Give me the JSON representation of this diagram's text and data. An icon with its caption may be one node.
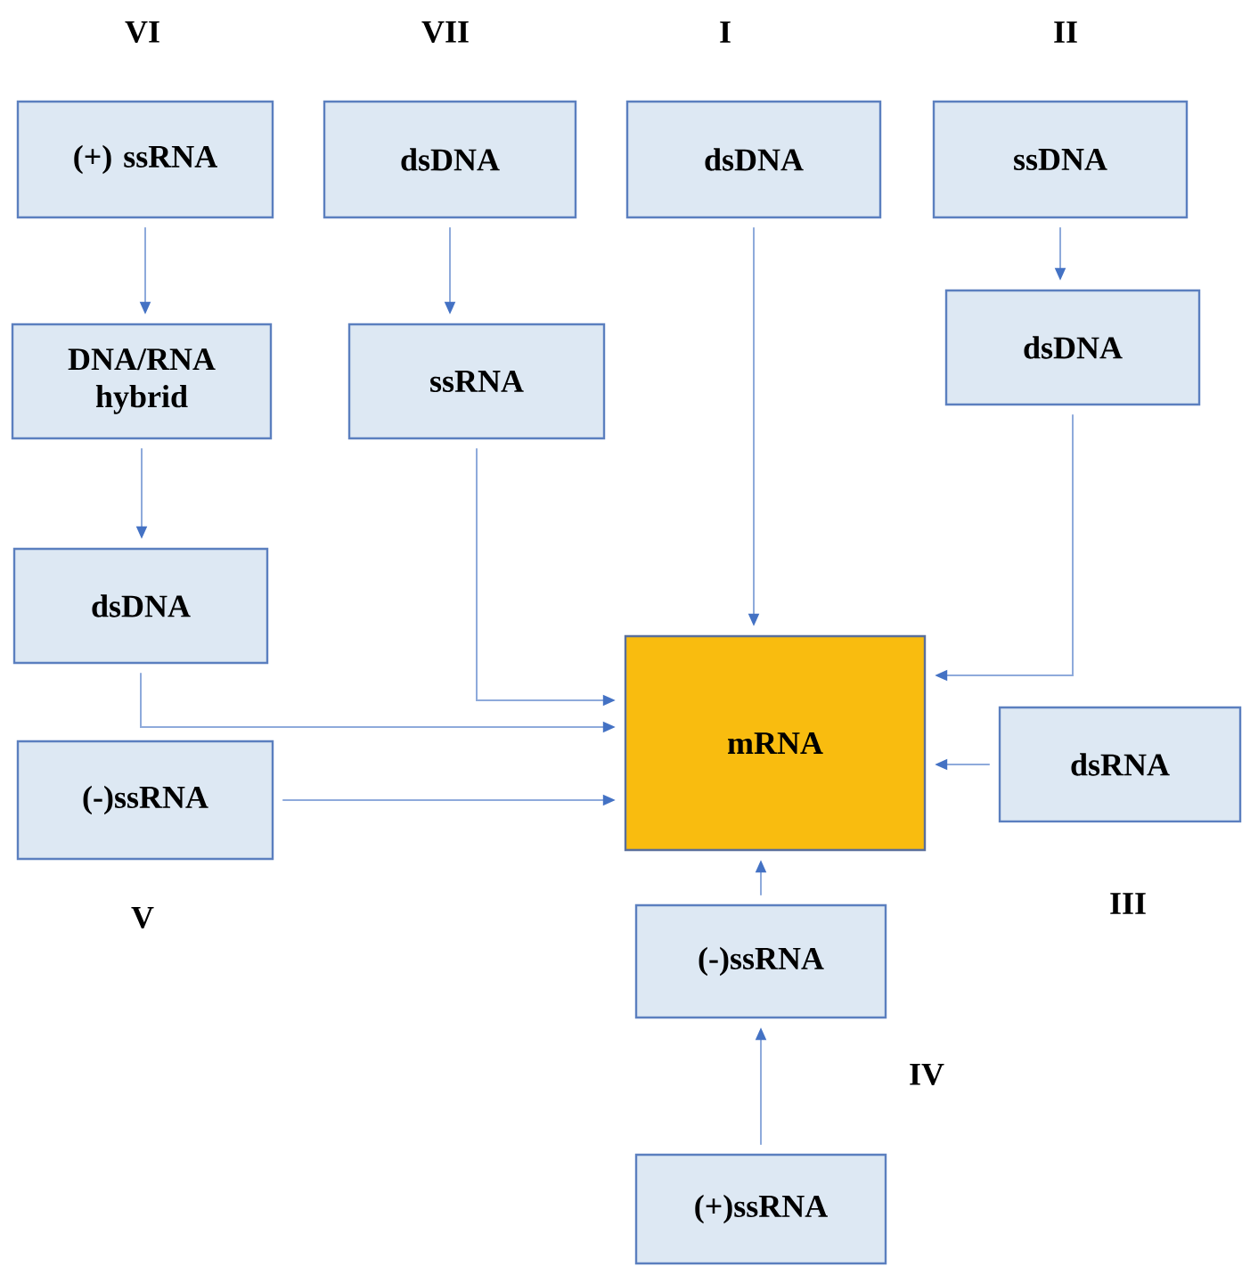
{
  "diagram": {
    "nodes": [
      {
        "text": [
          "(+) ssRNA"
        ]
      },
      {
        "text": [
          "DNA/RNA hybrid"
        ]
      },
      {
        "text": [
          "dsDNA"
        ]
      },
      {
        "text": [
          "dsDNA"
        ]
      },
      {
        "text": [
          "ssRNA"
        ]
      },
      {
        "text": [
          "dsDNA"
        ]
      },
      {
        "text": [
          "ssDNA"
        ]
      },
      {
        "text": [
          "dsDNA"
        ]
      },
      {
        "text": [
          "mRNA"
        ]
      },
      {
        "text": [
          "(-)ssRNA"
        ]
      },
      {
        "text": [
          "dsRNA"
        ]
      },
      {
        "text": [
          "(-)ssRNA"
        ]
      },
      {
        "text": [
          "(+)ssRNA"
        ]
      }
    ],
    "edges": [
      {
        "from": 0,
        "to": 1,
        "arrow": "to"
      },
      {
        "from": 1,
        "to": 2,
        "arrow": "to"
      },
      {
        "from": 3,
        "to": 4,
        "arrow": "to"
      },
      {
        "from": 6,
        "to": 7,
        "arrow": "to"
      },
      {
        "from": 5,
        "to": 8,
        "arrow": "to"
      },
      {
        "from": 4,
        "to": 8,
        "arrow": "to"
      },
      {
        "from": 2,
        "to": 8,
        "arrow": "to"
      },
      {
        "from": 9,
        "to": 8,
        "arrow": "to"
      },
      {
        "from": 7,
        "to": 8,
        "arrow": "to"
      },
      {
        "from": 10,
        "to": 8,
        "arrow": "to"
      },
      {
        "from": 11,
        "to": 8,
        "arrow": "to"
      },
      {
        "from": 12,
        "to": 11,
        "arrow": "to"
      }
    ],
    "labels": [
      "VI",
      "VII",
      "I",
      "II",
      "V",
      "III",
      "IV"
    ]
  }
}
